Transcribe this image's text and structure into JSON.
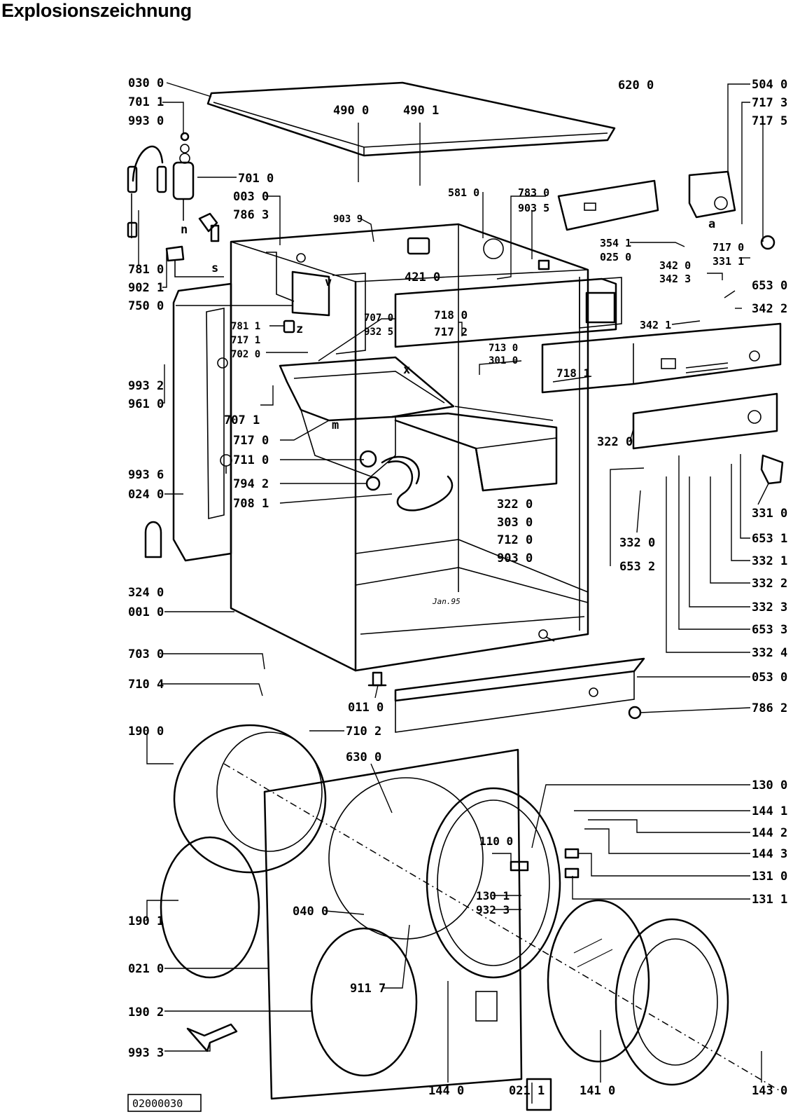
{
  "title": "Explosionszeichnung",
  "drawing_number": "02000030",
  "signature": "Jan.95",
  "marker_letters": [
    "v",
    "z",
    "x",
    "s",
    "n",
    "a",
    "m"
  ],
  "labels": [
    "030 0",
    "701 1",
    "993 0",
    "701 0",
    "003 0",
    "786 3",
    "781 0",
    "902 1",
    "750 0",
    "781 1",
    "717 1",
    "702 0",
    "707 0",
    "932 5",
    "993 2",
    "961 0",
    "707 1",
    "717 0",
    "711 0",
    "794 2",
    "708 1",
    "993 6",
    "024 0",
    "324 0",
    "001 0",
    "490 0",
    "490 1",
    "903 9",
    "421 0",
    "581 0",
    "783 0",
    "903 5",
    "718 0",
    "717 2",
    "713 0",
    "301 0",
    "718 1",
    "322 0",
    "303 0",
    "712 0",
    "903 0",
    "620 0",
    "504 0",
    "717 3",
    "717 5",
    "354 1",
    "025 0",
    "717 0",
    "331 1",
    "342 0",
    "342 3",
    "653 0",
    "342 2",
    "342 1",
    "322 0",
    "331 0",
    "332 0",
    "653 2",
    "653 1",
    "332 1",
    "332 2",
    "332 3",
    "653 3",
    "332 4",
    "053 0",
    "786 2",
    "703 0",
    "710 4",
    "011 0",
    "190 0",
    "710 2",
    "630 0",
    "130 0",
    "144 1",
    "144 2",
    "144 3",
    "110 0",
    "131 0",
    "131 1",
    "130 1",
    "932 3",
    "040 0",
    "190 1",
    "021 0",
    "911 7",
    "190 2",
    "993 3",
    "144 0",
    "021 1",
    "141 0",
    "143 0"
  ]
}
